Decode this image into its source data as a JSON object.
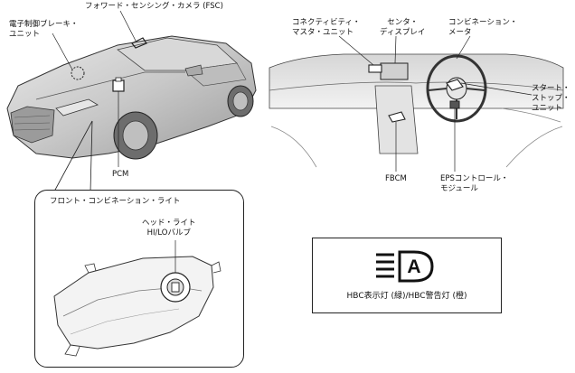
{
  "labels": {
    "fsc": "フォワード・センシング・カメラ (FSC)",
    "brake_unit_1": "電子制御ブレーキ・",
    "brake_unit_2": "ユニット",
    "pcm": "PCM",
    "connectivity_1": "コネクティビティ・",
    "connectivity_2": "マスタ・ユニット",
    "center_display_1": "センタ・",
    "center_display_2": "ディスプレイ",
    "combination_meter_1": "コンビネーション・",
    "combination_meter_2": "メータ",
    "start_stop_1": "スタート・",
    "start_stop_2": "ストップ・",
    "start_stop_3": "ユニット",
    "fbcm": "FBCM",
    "eps_1": "EPSコントロール・",
    "eps_2": "モジュール",
    "front_combination_light": "フロント・コンビネーション・ライト",
    "head_light_1": "ヘッド・ライト",
    "head_light_2": "HI/LOバルブ"
  },
  "hbc": {
    "caption": "HBC表示灯 (緑)/HBC警告灯 (橙)",
    "icon_letter": "A",
    "icon": "auto-high-beam-icon"
  },
  "colors": {
    "line": "#222222",
    "shade": "#cfcfcf",
    "dark": "#8a8a8a"
  }
}
